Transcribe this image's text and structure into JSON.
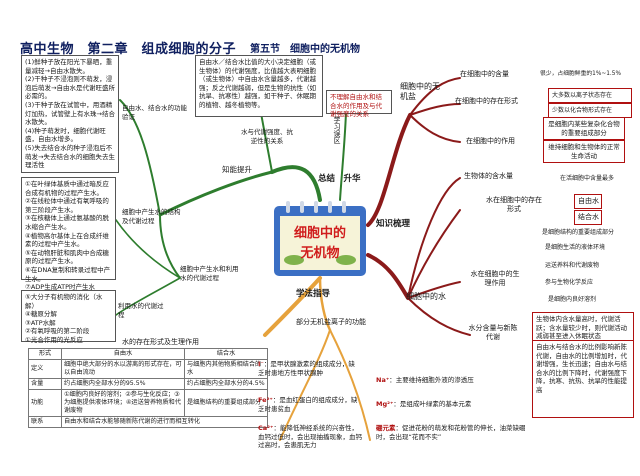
{
  "header": {
    "title": "高中生物　第二章　组成细胞的分子",
    "subtitle": "第五节　细胞中的无机物"
  },
  "center": {
    "title_line1": "细胞中的",
    "title_line2": "无机物"
  },
  "hubs": {
    "summary": "总结　升华",
    "review": "学习误区",
    "knowledge": "知识梳理",
    "guide": "学法指导",
    "ability": "知能提升"
  },
  "left": {
    "relation_box": "自由水／结合水比值的大小决定细胞（或生物体）的代谢强度，比值越大表明细胞（或生物体）中自由水含量越多，代谢越强；反之代谢越弱，但是生物的抗性（如抗旱、抗寒性）越强，如干种子、休眠期的植物、越冬植物等。",
    "misconception_box": "不理解自由水和结合水的作用及与代谢强度的关系",
    "relation_label": "水与代谢强度、抗逆性的关系",
    "experiment_box": [
      "(1)鲜种子放在阳光下暴晒，重量减轻→自由水散失。",
      "(2)干种子不浸泡则不萌发，浸泡后萌发→自由水是代谢旺盛所必需的。",
      "(3)干种子放在试管中，用酒精灯加热，试管壁上有水珠→结合水散失。",
      "(4)种子萌发时，细胞代谢旺盛，自由水增多。",
      "(5)失去结合水的种子浸泡后不萌发→失去结合水的细胞失去生理活性"
    ],
    "experiment_label": "自由水、结合水的功能验证",
    "produce_box": [
      "①在叶绿体基质中通过暗反应合成有机物的过程产生水。",
      "②在线粒体中通过有氧呼吸的第三阶段产生水。",
      "③在核糖体上通过氨基酸的脱水缩合产生水。",
      "④植物高尔基体上在合成纤维素的过程中产生水。",
      "⑤在动物肝脏和肌肉中合成糖原的过程产生水。",
      "⑥在DNA复制和转录过程中产生水。",
      "⑦ADP生成ATP时产生水"
    ],
    "produce_label": "细胞中产生水的结构及代谢过程",
    "produce_use_label": "细胞中产生水和利用水的代谢过程",
    "use_box": [
      "①光合作用的光反应",
      "②有氧呼吸的第二阶段",
      "③ATP水解",
      "④糖原分解",
      "⑤大分子有机物的消化（水解）"
    ],
    "use_label": "利用水的代谢过程"
  },
  "water_table": {
    "caption": "水的存在形式及生理作用",
    "head": [
      "形式",
      "自由水",
      "结合水"
    ],
    "rows": [
      [
        "定义",
        "细胞中绝大部分的水以游离的形式存在，可以自由流动",
        "与细胞内其他物质相结合的水"
      ],
      [
        "含量",
        "约占细胞内全部水分的95.5%",
        "约占细胞内全部水分的4.5%"
      ],
      [
        "功能",
        "①细胞内良好的溶剂；②参与生化反应；③为细胞提供液体环境；④运送营养物质和代谢废物",
        "是细胞结构的重要组成部分"
      ],
      [
        "联系",
        "自由水和结合水能够随新陈代谢的进行而相互转化",
        ""
      ]
    ]
  },
  "salt_guide": {
    "label": "部分无机盐离子的功能",
    "items": [
      {
        "ion": "I⁻",
        "text": "是甲状腺激素的组成成分，缺乏时患地方性甲状腺肿"
      },
      {
        "ion": "Fe²⁺",
        "text": "是血红蛋白的组成成分，缺乏时患贫血"
      },
      {
        "ion": "Ca²⁺",
        "text": "能降低神经系统的兴奋性，血钙过低时，会出现抽搐现象，血钙过高时，会患肌无力"
      },
      {
        "ion": "Na⁺",
        "text": "主要维持细胞外液的渗透压"
      },
      {
        "ion": "Mg²⁺",
        "text": "是组成叶绿素的基本元素"
      },
      {
        "ion": "硼元素",
        "text": "促进花粉的萌发和花粉管的伸长，油菜缺硼时，会出现“花而不实”"
      }
    ]
  },
  "right_salt": {
    "branch": "细胞中的无机盐",
    "content_label": "在细胞中的含量",
    "content_value": "很少，占细胞鲜重的1%~1.5%",
    "form_label": "在细胞中的存在形式",
    "form_items": [
      "大多数以离子状态存在",
      "少数以化合物形式存在"
    ],
    "role_label": "在细胞中的作用",
    "role_items": [
      "是细胞内某些复杂化合物的重要组成部分",
      "维持细胞和生物体的正常生命活动"
    ]
  },
  "right_water": {
    "branch": "细胞中的水",
    "content_label": "生物体的含水量",
    "content_value": "在活细胞中含量最多",
    "form_label": "水在细胞中的存在形式",
    "form_items": [
      "自由水",
      "结合水"
    ],
    "role_label": "水在细胞中的生理作用",
    "role_items": [
      "是细胞结构的重要组成部分",
      "是细胞生活的液体环境",
      "运送养料和代谢废物",
      "参与生物化学反应",
      "是细胞内良好溶剂"
    ],
    "conv_label": "水分含量与新陈代谢",
    "conv_items": [
      "生物体内含水量高时，代谢活跃；含水量较少时，则代谢活动减弱甚至进入休眠状态",
      "自由水与结合水的比例影响新陈代谢，自由水的比例增加时，代谢增强，生长迅速；自由水与结合水的比例下降时，代谢强度下降，抗寒、抗热、抗旱的性能提高"
    ]
  },
  "colors": {
    "green": "#2e7d2e",
    "red": "#8b1a1a",
    "orange": "#e6a23c",
    "teal": "#1e7a8a",
    "blue": "#2a64b8"
  }
}
